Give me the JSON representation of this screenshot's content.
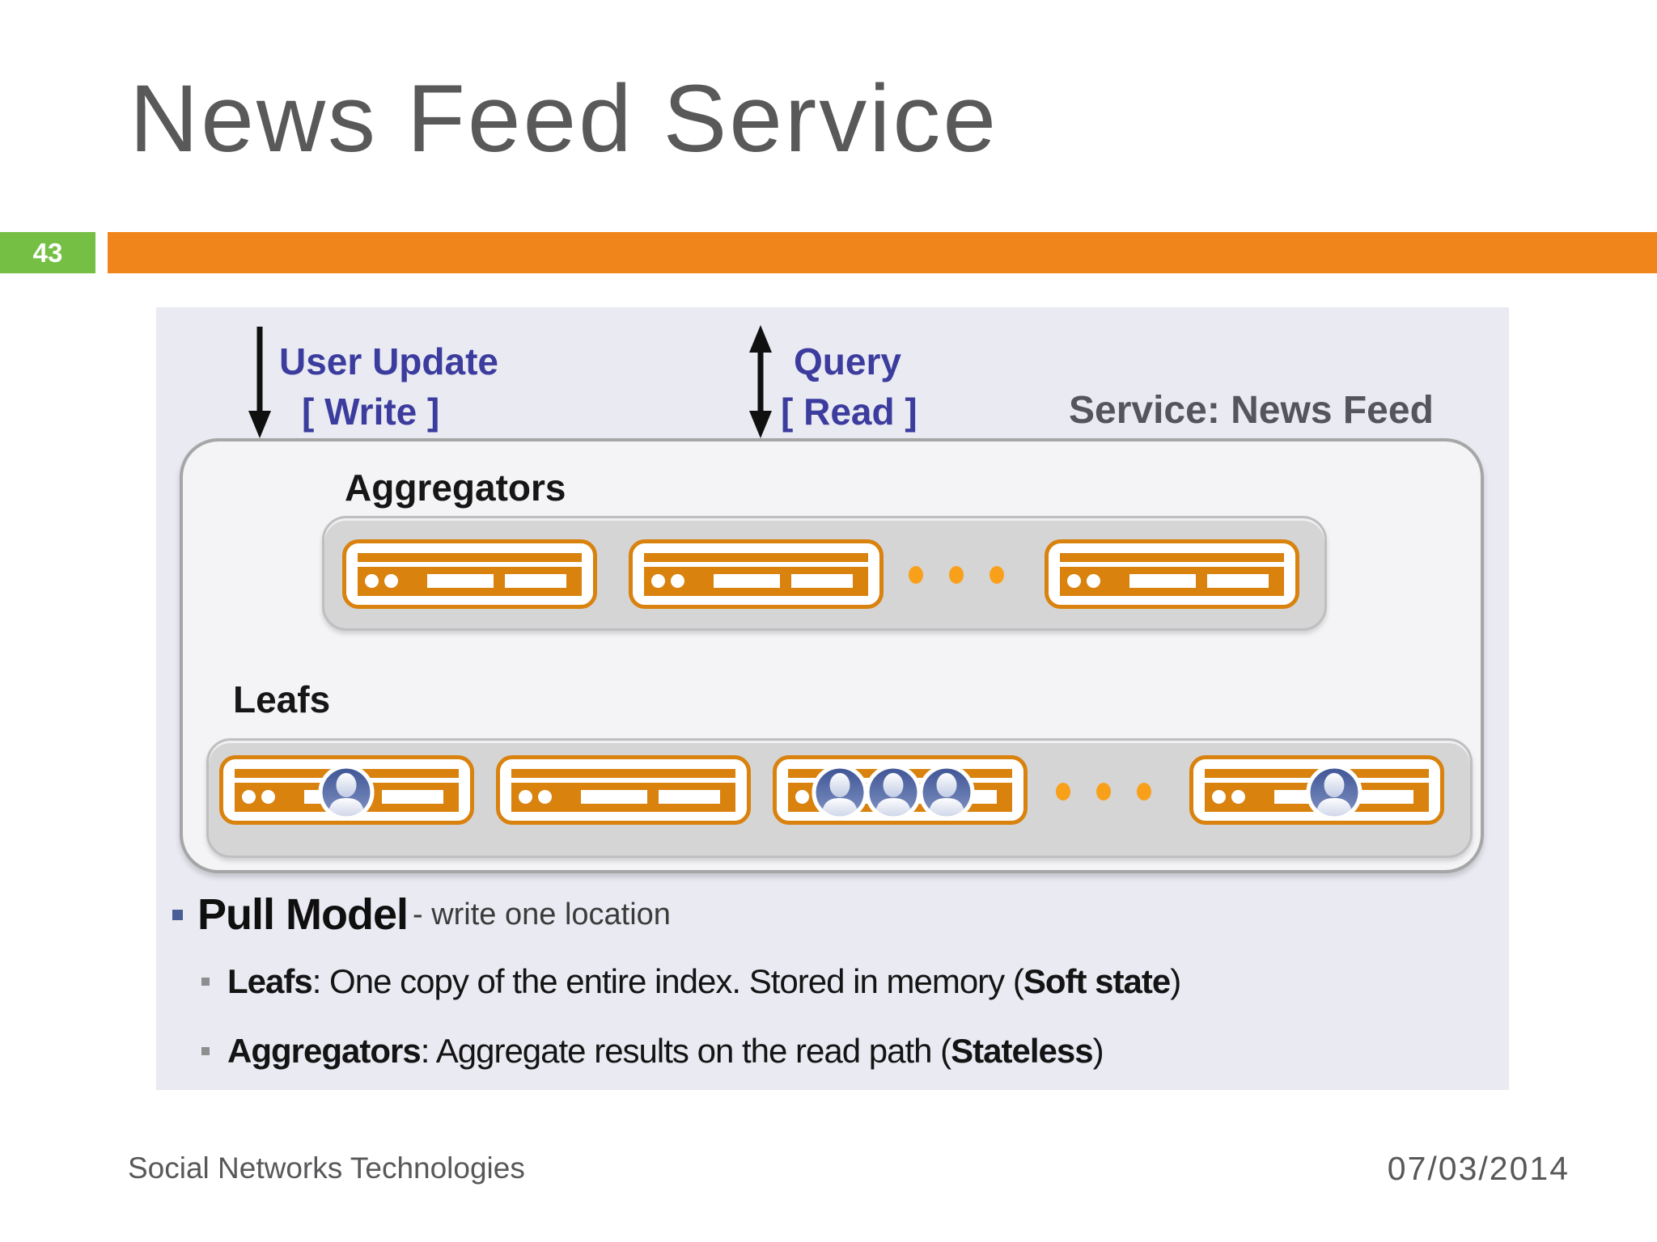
{
  "slide": {
    "title": "News Feed Service",
    "page_number": "43",
    "footer_left": "Social Networks Technologies",
    "footer_date": "07/03/2014"
  },
  "diagram": {
    "write_label_line1": "User Update",
    "write_label_line2": "[ Write ]",
    "read_label_line1": "Query",
    "read_label_line2": "[ Read ]",
    "service_label": "Service: News Feed",
    "aggregators_label": "Aggregators",
    "leafs_label": "Leafs",
    "aggregator_servers_shown": "3",
    "leaf_servers_shown": "4"
  },
  "bullets": {
    "main": {
      "bold": "Pull Model",
      "rest": "- write one location"
    },
    "sub": [
      {
        "bold": "Leafs",
        "text": ": One copy of the entire index. Stored in memory (",
        "bold2": "Soft state",
        "text2": ")"
      },
      {
        "bold": "Aggregators",
        "text": ": Aggregate results on the read path (",
        "bold2": "Stateless",
        "text2": ")"
      }
    ]
  },
  "colors": {
    "accent_orange_bar": "#F0861B",
    "page_number_green": "#74BF44",
    "server_orange": "#D9820E",
    "ellipsis_orange": "#F9A01B",
    "arrow_label_blue": "#3C3C9E",
    "title_gray": "#595959",
    "panel_lavender": "#E9EAF2",
    "service_box_fill": "#F4F4F6",
    "avatar_blue": "#4C61A3"
  }
}
